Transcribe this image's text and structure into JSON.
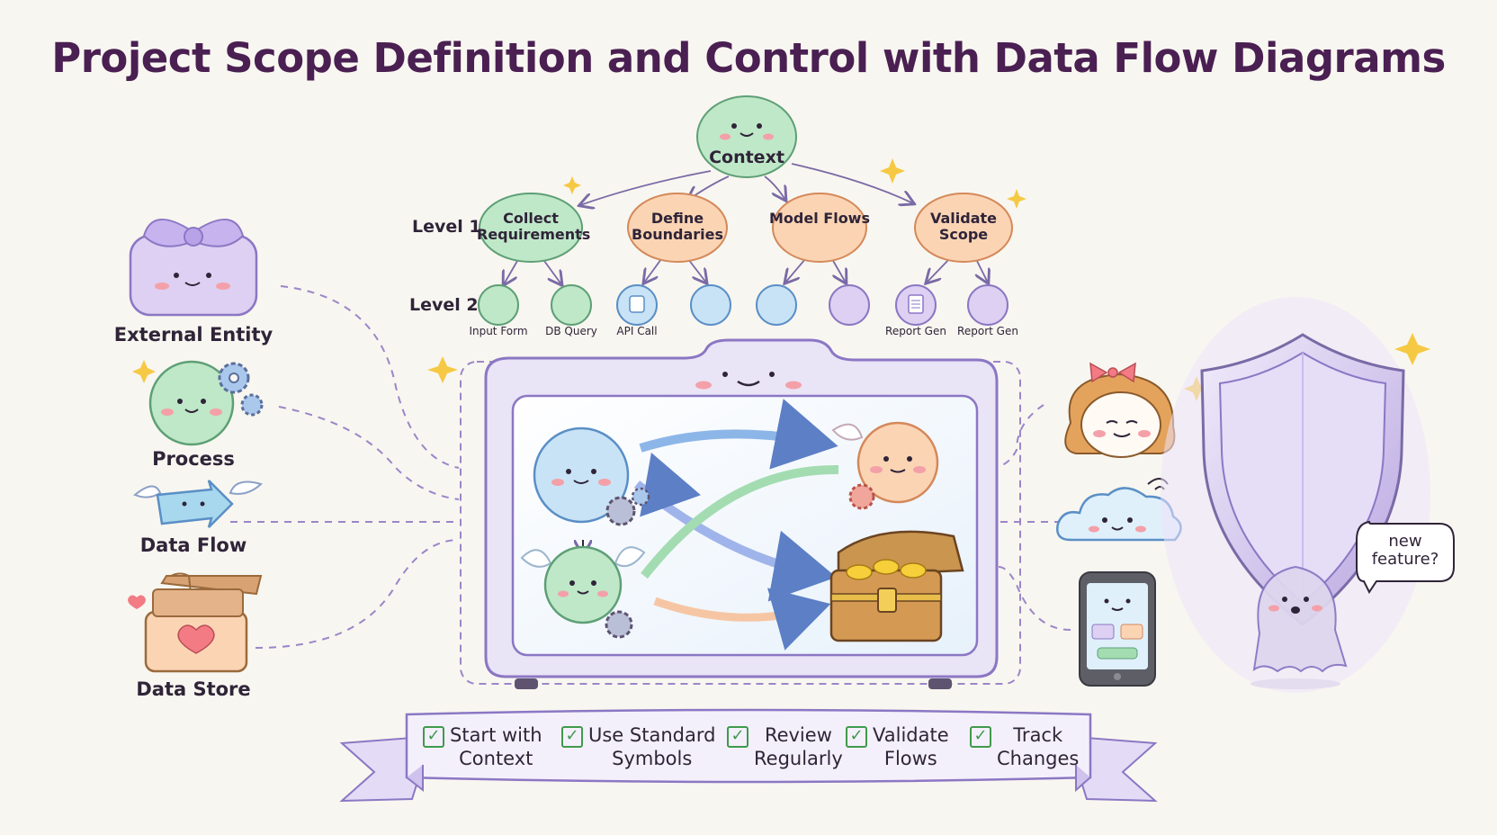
{
  "title": "Project Scope Definition and Control with Data Flow Diagrams",
  "legend": {
    "external_entity": "External Entity",
    "process": "Process",
    "data_flow": "Data Flow",
    "data_store": "Data Store"
  },
  "hierarchy": {
    "root": "Context",
    "level1_label": "Level 1",
    "level2_label": "Level 2",
    "level1": [
      "Collect Requirements",
      "Define Boundaries",
      "Model Flows",
      "Validate Scope"
    ],
    "level2": [
      "Input Form",
      "DB Query",
      "API Call",
      "",
      "",
      "",
      "Report Gen",
      "Report Gen"
    ]
  },
  "speech_bubble": "new feature?",
  "tips": [
    {
      "line1": "Start with",
      "line2": "Context",
      "check": "✓"
    },
    {
      "line1": "Use Standard",
      "line2": "Symbols",
      "check": "✓"
    },
    {
      "line1": "Review",
      "line2": "Regularly",
      "check": "✓"
    },
    {
      "line1": "Validate",
      "line2": "Flows",
      "check": "✓"
    },
    {
      "line1": "Track",
      "line2": "Changes",
      "check": "✓"
    }
  ],
  "colors": {
    "title": "#4a1f52",
    "green": "#bfe8c8",
    "orange": "#fbd4b4",
    "blue": "#c9e3f6",
    "purple": "#ddd0f2",
    "line": "#9b86c9"
  }
}
